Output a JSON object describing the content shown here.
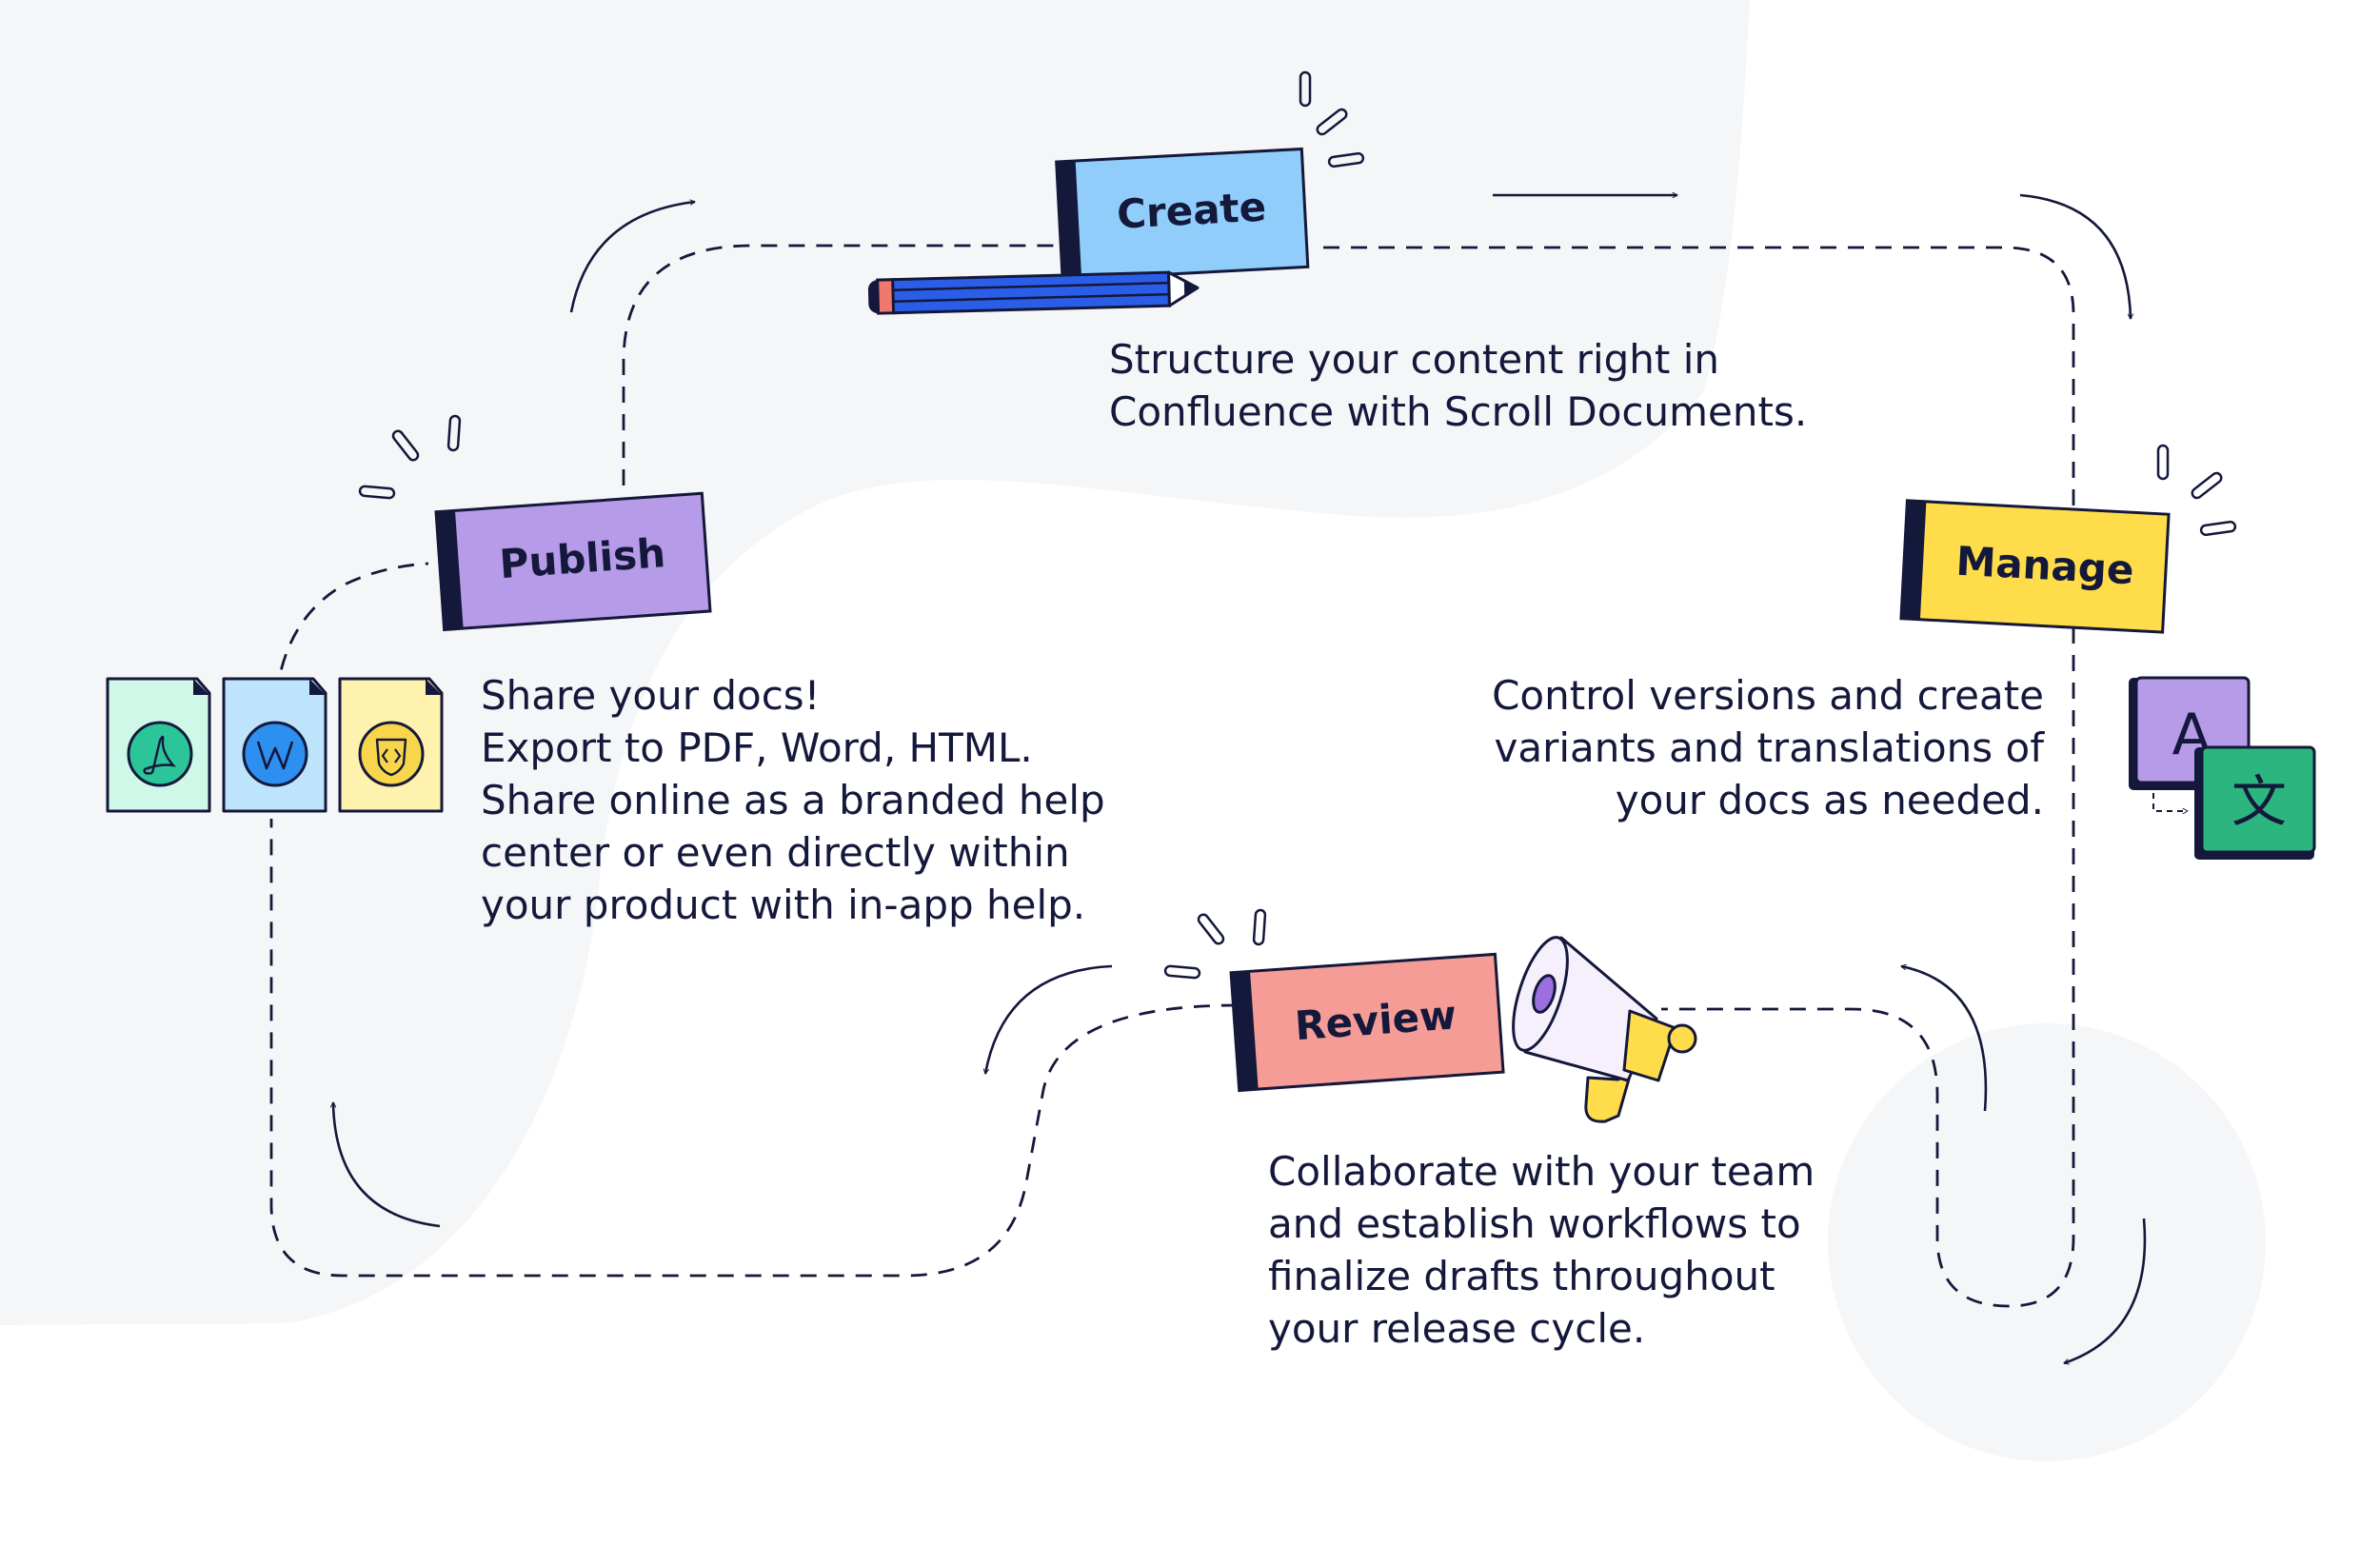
{
  "steps": {
    "create": {
      "label": "Create",
      "color": "#90cdfb",
      "description": [
        "Structure your content right in",
        "Confluence with Scroll Documents."
      ]
    },
    "manage": {
      "label": "Manage",
      "color": "#ffdc4a",
      "description": [
        "Control versions and create",
        "variants and translations of",
        "your docs as needed."
      ]
    },
    "review": {
      "label": "Review",
      "color": "#f59c96",
      "description": [
        "Collaborate with your team",
        "and establish workflows to",
        "finalize drafts throughout",
        "your release cycle."
      ]
    },
    "publish": {
      "label": "Publish",
      "color": "#b69be8",
      "description": [
        "Share your docs!",
        "Export to PDF, Word, HTML.",
        "Share online as a branded help",
        "center or even directly within",
        "your product with in-app help."
      ]
    }
  },
  "translation_icon": {
    "source_glyph": "A",
    "target_glyph": "文"
  },
  "file_icons": [
    {
      "name": "pdf-file-icon",
      "color": "#cff8e9",
      "badge": "#2cc59a"
    },
    {
      "name": "word-file-icon",
      "color": "#bde4fb",
      "badge": "#2d8ff0"
    },
    {
      "name": "html-file-icon",
      "color": "#fff2ae",
      "badge": "#f7d64b"
    }
  ]
}
